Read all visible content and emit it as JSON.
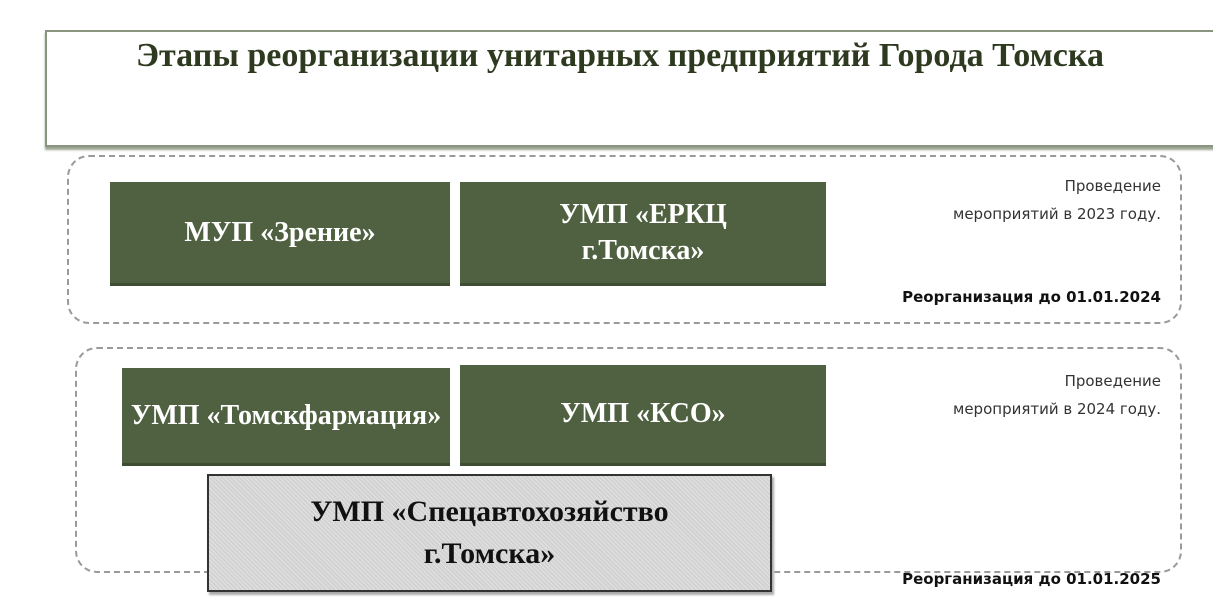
{
  "title": "Этапы реорганизации унитарных предприятий Города Томска",
  "stages": [
    {
      "enterprises": [
        "МУП «Зрение»",
        "УМП «ЕРКЦ г.Томска»"
      ],
      "note_line1": "Проведение",
      "note_line2": "мероприятий в 2023 году.",
      "deadline": "Реорганизация до 01.01.2024"
    },
    {
      "enterprises": [
        "УМП «Томскфармация»",
        "УМП «КСО»",
        "УМП «Спецавтохозяйство г.Томска»"
      ],
      "note_line1": "Проведение",
      "note_line2": "мероприятий в 2024 году.",
      "deadline": "Реорганизация до 01.01.2025"
    }
  ],
  "colors": {
    "green_box": "#4f6140",
    "title_text": "#2e3a20",
    "gray_box": "#d8d8d8"
  }
}
